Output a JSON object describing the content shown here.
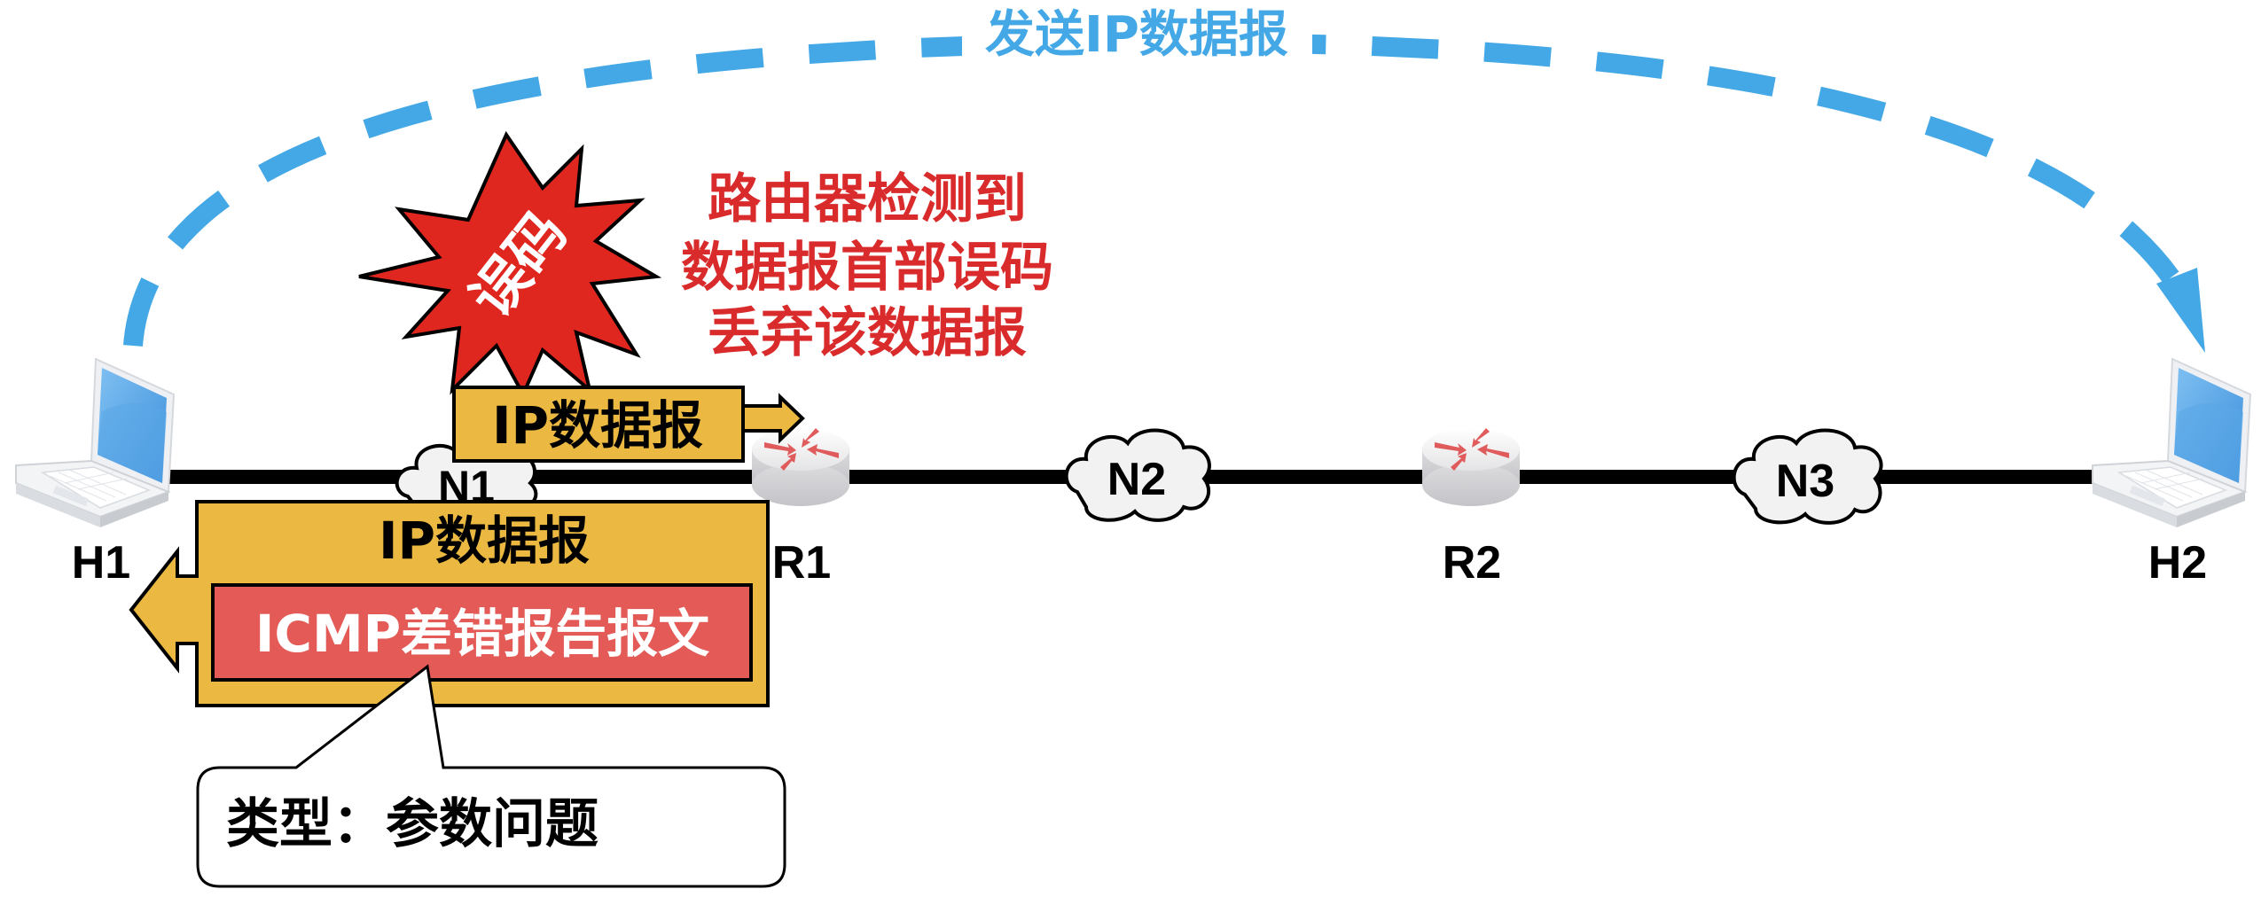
{
  "title": "发送IP数据报",
  "colors": {
    "arc": "#45A8E6",
    "error_red": "#D92B2B",
    "star_fill": "#E0271F",
    "datagram_yellow": "#EBB941",
    "icmp_red": "#E35A56",
    "link": "#000000",
    "cloud_fill": "#F2F2F2"
  },
  "nodes": {
    "h1": {
      "label": "H1",
      "icon": "laptop-icon"
    },
    "r1": {
      "label": "R1",
      "icon": "router-icon"
    },
    "r2": {
      "label": "R2",
      "icon": "router-icon"
    },
    "h2": {
      "label": "H2",
      "icon": "laptop-icon"
    },
    "n1": {
      "label": "N1",
      "icon": "cloud-icon"
    },
    "n2": {
      "label": "N2",
      "icon": "cloud-icon"
    },
    "n3": {
      "label": "N3",
      "icon": "cloud-icon"
    }
  },
  "error_burst": {
    "label": "误码",
    "icon": "explosion-icon"
  },
  "router_note": {
    "lines": [
      "路由器检测到",
      "数据报首部误码",
      "丢弃该数据报"
    ]
  },
  "forward_datagram": {
    "label": "IP数据报",
    "direction": "right"
  },
  "return_datagram": {
    "label": "IP数据报",
    "inner_label": "ICMP差错报告报文",
    "direction": "left"
  },
  "callout": {
    "text": "类型：参数问题"
  }
}
